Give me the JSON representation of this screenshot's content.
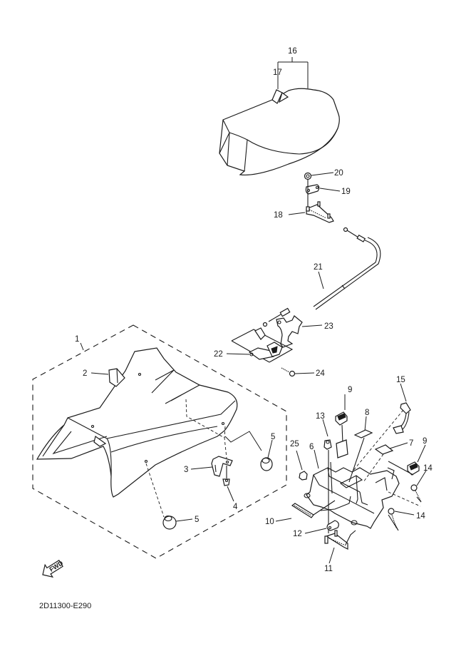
{
  "diagram": {
    "type": "exploded-parts-diagram",
    "subject": "Seat assembly",
    "code": "2D11300-E290",
    "forward_indicator": "FWD",
    "callouts": [
      {
        "id": "1",
        "label": "1"
      },
      {
        "id": "2",
        "label": "2"
      },
      {
        "id": "3",
        "label": "3"
      },
      {
        "id": "4",
        "label": "4"
      },
      {
        "id": "5a",
        "label": "5"
      },
      {
        "id": "5b",
        "label": "5"
      },
      {
        "id": "6",
        "label": "6"
      },
      {
        "id": "7",
        "label": "7"
      },
      {
        "id": "8",
        "label": "8"
      },
      {
        "id": "9a",
        "label": "9"
      },
      {
        "id": "9b",
        "label": "9"
      },
      {
        "id": "10",
        "label": "10"
      },
      {
        "id": "11",
        "label": "11"
      },
      {
        "id": "12",
        "label": "12"
      },
      {
        "id": "13",
        "label": "13"
      },
      {
        "id": "14a",
        "label": "14"
      },
      {
        "id": "14b",
        "label": "14"
      },
      {
        "id": "15",
        "label": "15"
      },
      {
        "id": "16",
        "label": "16"
      },
      {
        "id": "17",
        "label": "17"
      },
      {
        "id": "18",
        "label": "18"
      },
      {
        "id": "19",
        "label": "19"
      },
      {
        "id": "20",
        "label": "20"
      },
      {
        "id": "21",
        "label": "21"
      },
      {
        "id": "22",
        "label": "22"
      },
      {
        "id": "23",
        "label": "23"
      },
      {
        "id": "24",
        "label": "24"
      },
      {
        "id": "25",
        "label": "25"
      }
    ]
  }
}
